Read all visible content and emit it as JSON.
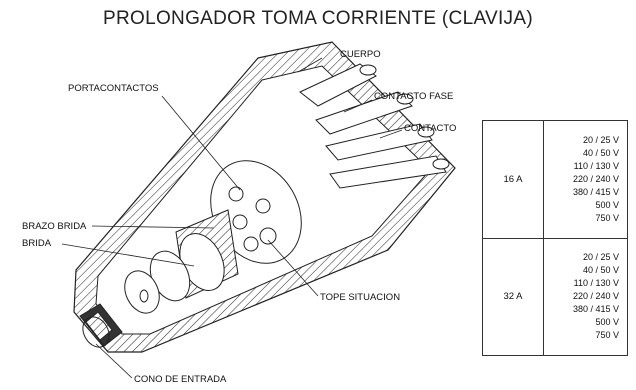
{
  "title": "PROLONGADOR TOMA CORRIENTE (CLAVIJA)",
  "labels": {
    "cuerpo": "CUERPO",
    "portacontactos": "PORTACONTACTOS",
    "contacto_fase": "CONTACTO FASE",
    "contacto": "CONTACTO",
    "brazo_brida": "BRAZO BRIDA",
    "brida": "BRIDA",
    "tope_situacion": "TOPE SITUACION",
    "cono_de_entrada": "CONO DE ENTRADA"
  },
  "table": {
    "rows": [
      {
        "amperage": "16 A",
        "voltages": [
          "20 / 25 V",
          "40 / 50 V",
          "110 / 130 V",
          "220 / 240 V",
          "380 / 415 V",
          "500 V",
          "750 V"
        ]
      },
      {
        "amperage": "32 A",
        "voltages": [
          "20 / 25 V",
          "40 / 50 V",
          "110 / 130 V",
          "220 / 240 V",
          "380 / 415 V",
          "500 V",
          "750 V"
        ]
      }
    ]
  }
}
